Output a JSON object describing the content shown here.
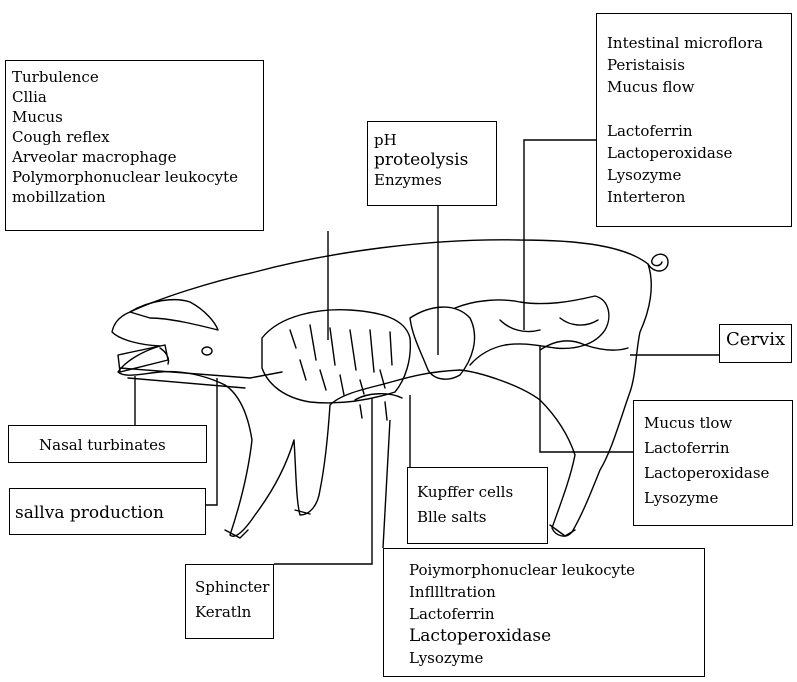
{
  "respiratory": {
    "lines": [
      "Turbulence",
      "Cllia",
      "Mucus",
      "Cough reflex",
      "Arveolar macrophage",
      "Polymorphonuclear leukocyte",
      "mobillzation"
    ]
  },
  "intestinal": {
    "lines": [
      "Intestinal microflora",
      "Peristaisis",
      "Mucus flow",
      "",
      "Lactoferrin",
      "Lactoperoxidase",
      "Lysozyme",
      "Interteron"
    ]
  },
  "stomach": {
    "lines": [
      "pH",
      "proteolysis",
      "Enzymes"
    ]
  },
  "cervix": {
    "label": "Cervix"
  },
  "nasal": {
    "label": "Nasal turbinates"
  },
  "saliva": {
    "label": "sallva production"
  },
  "urogenital": {
    "lines": [
      "Mucus tlow",
      "Lactoferrin",
      "Lactoperoxidase",
      "Lysozyme"
    ]
  },
  "liver": {
    "lines": [
      "Kupffer cells",
      "Blle salts"
    ]
  },
  "teat": {
    "lines": [
      "Sphincter",
      "Keratln"
    ]
  },
  "mammary": {
    "lines": [
      "Poiymorphonuclear leukocyte",
      "Infllltration",
      "Lactoferrin",
      "Lactoperoxidase",
      "Lysozyme"
    ]
  }
}
